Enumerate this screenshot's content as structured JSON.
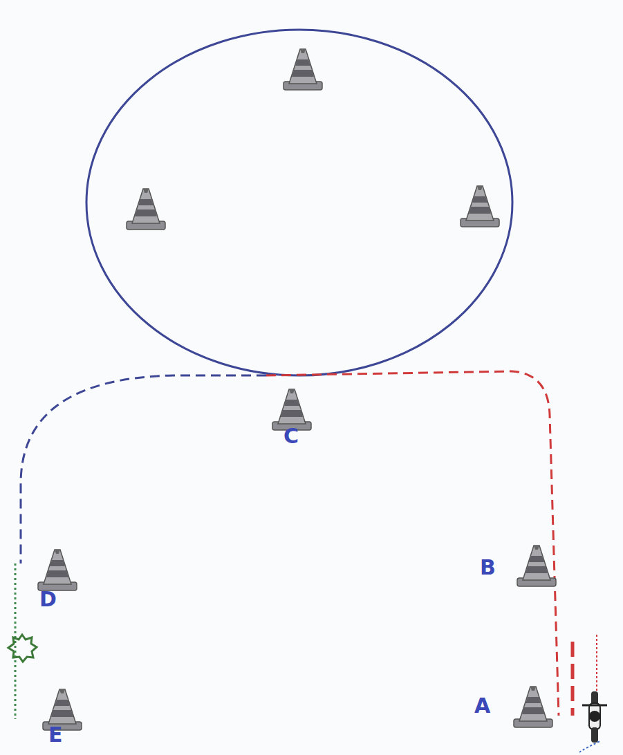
{
  "diagram": {
    "labels": [
      "C",
      "B",
      "D",
      "A",
      "E"
    ]
  }
}
